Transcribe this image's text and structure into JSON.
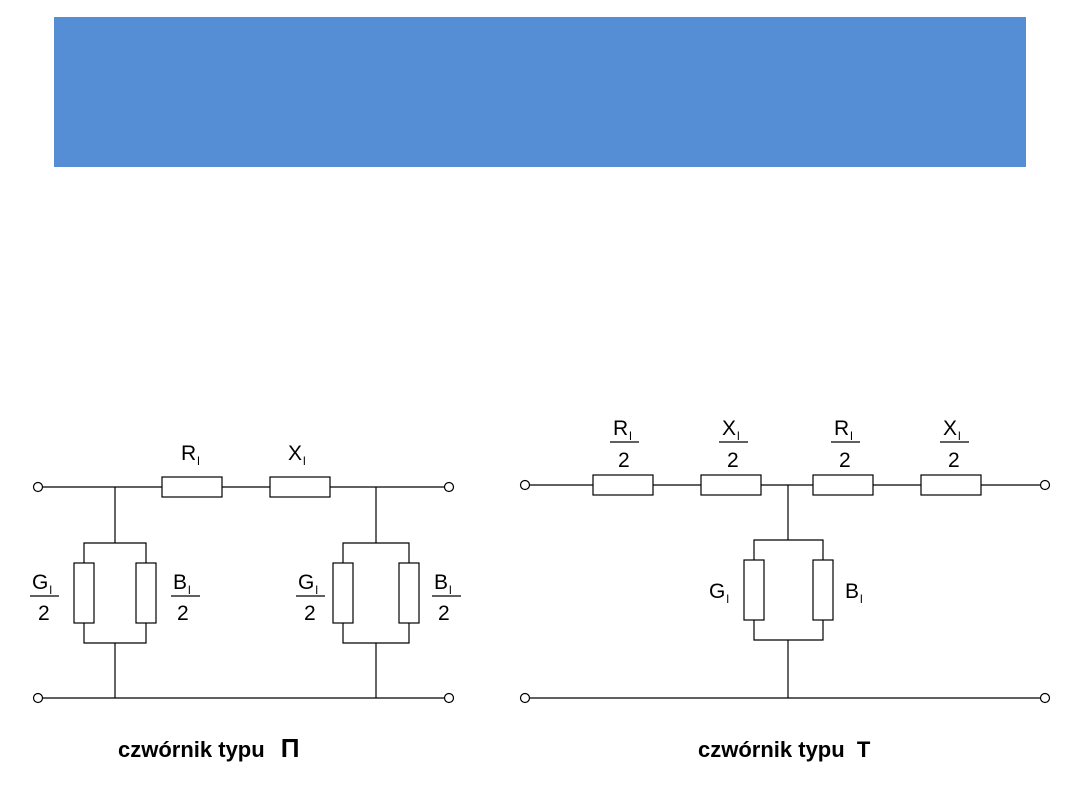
{
  "colors": {
    "banner": "#558ed5"
  },
  "pi_network": {
    "caption": "czwórnik typu",
    "caption_symbol": "Π",
    "series_r": {
      "main": "R",
      "sub": "l"
    },
    "series_x": {
      "main": "X",
      "sub": "l"
    },
    "shunt_left_g": {
      "main": "G",
      "sub": "l",
      "den": "2"
    },
    "shunt_left_b": {
      "main": "B",
      "sub": "l",
      "den": "2"
    },
    "shunt_right_g": {
      "main": "G",
      "sub": "l",
      "den": "2"
    },
    "shunt_right_b": {
      "main": "B",
      "sub": "l",
      "den": "2"
    }
  },
  "t_network": {
    "caption": "czwórnik typu  T",
    "series_r1": {
      "main": "R",
      "sub": "l",
      "den": "2"
    },
    "series_x1": {
      "main": "X",
      "sub": "l",
      "den": "2"
    },
    "series_r2": {
      "main": "R",
      "sub": "l",
      "den": "2"
    },
    "series_x2": {
      "main": "X",
      "sub": "l",
      "den": "2"
    },
    "shunt_g": {
      "main": "G",
      "sub": "l"
    },
    "shunt_b": {
      "main": "B",
      "sub": "l"
    }
  }
}
